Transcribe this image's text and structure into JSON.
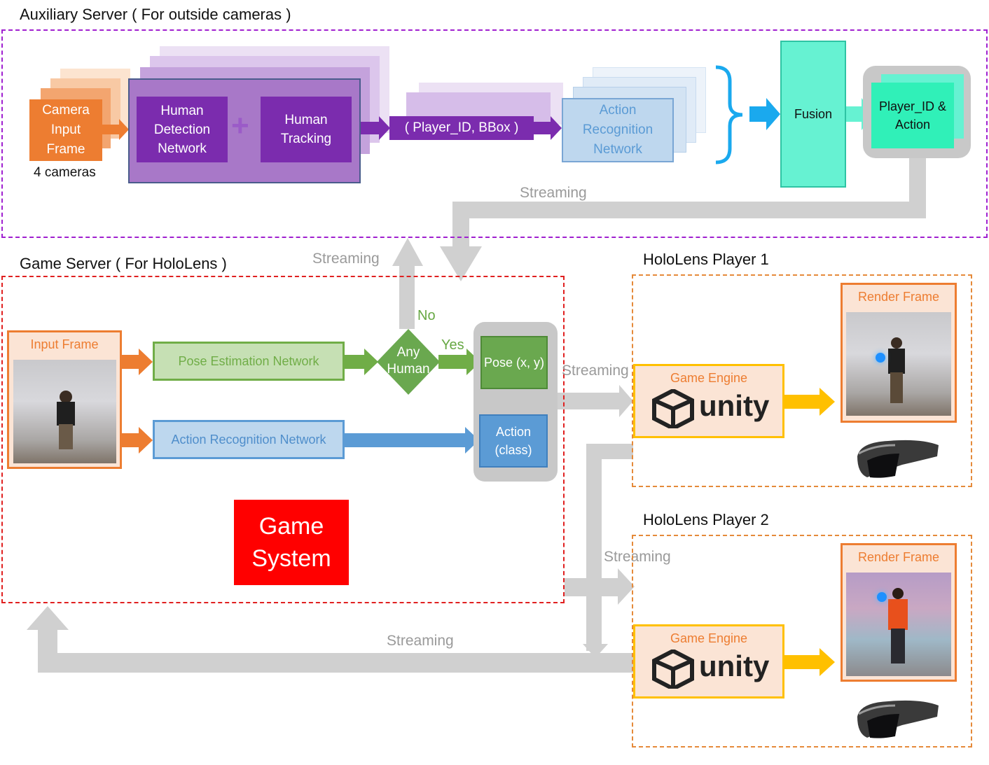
{
  "sections": {
    "auxiliary_title": "Auxiliary Server ( For outside cameras )",
    "game_server_title": "Game Server ( For HoloLens )",
    "player1_title": "HoloLens Player 1",
    "player2_title": "HoloLens Player 2"
  },
  "auxiliary": {
    "camera_input": "Camera Input Frame",
    "cameras_count": "4 cameras",
    "human_detection": "Human Detection Network",
    "plus": "+",
    "human_tracking": "Human Tracking",
    "player_bbox": "( Player_ID, BBox )",
    "action_recognition": "Action Recognition Network",
    "fusion": "Fusion",
    "player_action": "Player_ID & Action"
  },
  "game_server": {
    "input_frame": "Input Frame",
    "pose_estimation": "Pose Estimation Network",
    "action_recognition": "Action Recognition Network",
    "any_human": "Any Human",
    "yes": "Yes",
    "no": "No",
    "pose": "Pose (x, y)",
    "action": "Action (class)",
    "game_system": "Game System"
  },
  "players": [
    {
      "render_frame": "Render Frame",
      "game_engine": "Game Engine",
      "engine_logo": "unity"
    },
    {
      "render_frame": "Render Frame",
      "game_engine": "Game Engine",
      "engine_logo": "unity"
    }
  ],
  "streaming_labels": [
    "Streaming",
    "Streaming",
    "Streaming",
    "Streaming",
    "Streaming"
  ],
  "colors": {
    "purple_dark": "#7b2cae",
    "purple_border": "#a020d0",
    "orange": "#ed7d31",
    "teal": "#66f2d2",
    "green": "#6aa84f",
    "blue": "#5b9bd5",
    "red": "#ff0000",
    "gray_arrow": "#d0d0d0",
    "gold": "#ffc000"
  },
  "icons": [
    "brace-icon",
    "unity-logo-icon",
    "hololens-headset-icon"
  ]
}
